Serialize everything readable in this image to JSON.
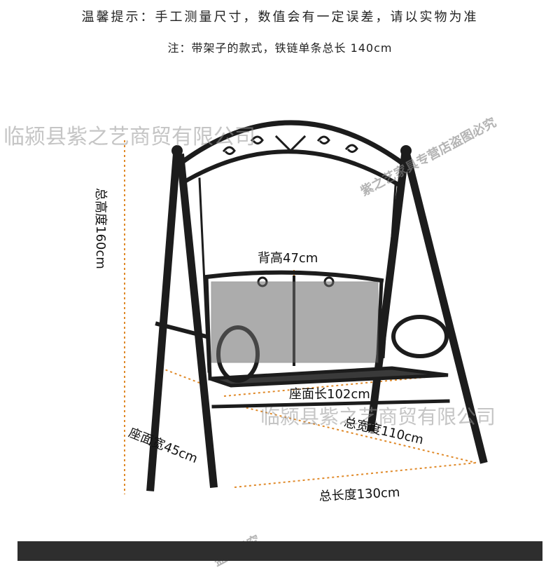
{
  "notice": {
    "line1": "温馨提示：手工测量尺寸，数值会有一定误差，请以实物为准",
    "line2": "注：带架子的款式，铁链单条总长 140cm"
  },
  "watermarks": {
    "company_1": "临颍县紫之艺商贸有限公司",
    "company_2": "临颍县紫之艺商贸有限公司",
    "store_diagonal": "紫之艺家具专营店盗图必究",
    "bottom_fragment": "盗图必究"
  },
  "dimensions": {
    "total_height": "总高度160cm",
    "back_height": "背高47cm",
    "seat_length": "座面长102cm",
    "total_width": "总宽度110cm",
    "seat_width": "座面宽45cm",
    "total_length": "总长度130cm"
  },
  "colors": {
    "frame": "#1c1c1c",
    "dimension_line": "#e08a2a",
    "footer_bar": "#2e2e2e"
  }
}
